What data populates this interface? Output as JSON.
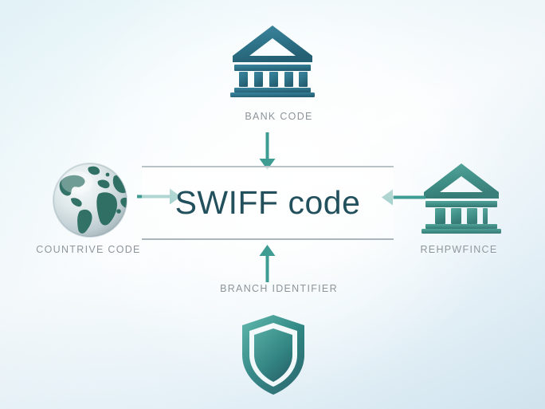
{
  "diagram": {
    "title": "SWIFF code",
    "center": {
      "label": "SWIFF code",
      "text_color": "#22505c"
    },
    "nodes": [
      {
        "id": "bank-code",
        "label": "BANK CODE",
        "icon": "bank-building-icon",
        "position": "top",
        "color": "#2e7389"
      },
      {
        "id": "countrive-code",
        "label": "COUNTRIVE CODE",
        "icon": "globe-icon",
        "position": "left",
        "color": "#2c6b63"
      },
      {
        "id": "rehpwfince",
        "label": "REHPWFINCE",
        "icon": "bank-building-icon",
        "position": "right",
        "color": "#3f8f87"
      },
      {
        "id": "branch-identifier",
        "label": "BRANCH IDENTIFIER",
        "icon": "shield-icon",
        "position": "bottom",
        "color": "#2f8582"
      }
    ],
    "arrows": [
      {
        "id": "arrow-left-in",
        "direction": "right",
        "from": "countrive-code",
        "to": "center"
      },
      {
        "id": "arrow-right-in",
        "direction": "left",
        "from": "rehpwfince",
        "to": "center"
      },
      {
        "id": "arrow-top-in",
        "direction": "down",
        "from": "bank-code",
        "to": "center"
      },
      {
        "id": "arrow-bottom-in",
        "direction": "up",
        "from": "branch-identifier",
        "to": "center"
      }
    ],
    "colors": {
      "arrow": "#3f9c92",
      "label_text": "#8b9499",
      "rule": "#b9c3c7",
      "background_top_left": "#e9f7fa",
      "background_bottom_right": "#d5e7f1"
    }
  }
}
